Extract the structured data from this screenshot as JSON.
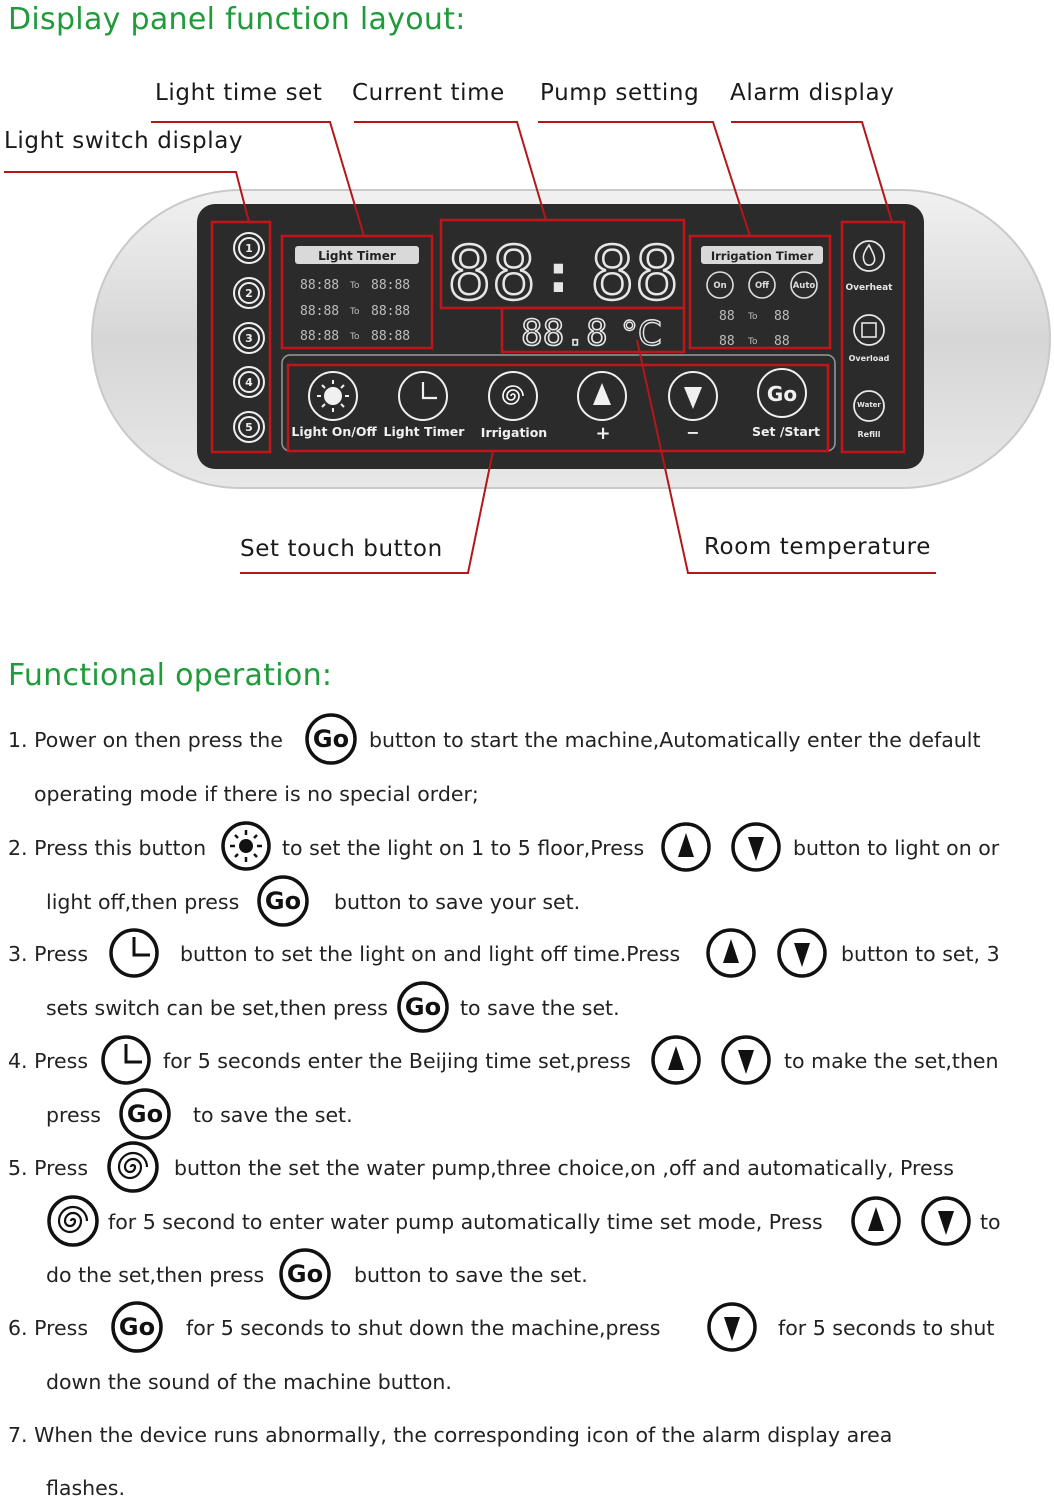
{
  "headings": {
    "layout": "Display panel function layout:",
    "operation": "Functional operation:"
  },
  "callouts": {
    "light_switch_display": "Light switch display",
    "light_time_set": "Light time set",
    "current_time": "Current time",
    "pump_setting": "Pump setting",
    "alarm_display": "Alarm display",
    "set_touch_button": "Set touch button",
    "room_temperature": "Room temperature"
  },
  "panel": {
    "light_numbers": [
      "1",
      "2",
      "3",
      "4",
      "5"
    ],
    "light_timer": {
      "label": "Light Timer",
      "rows": [
        {
          "from": "88:88",
          "to_label": "To",
          "to": "88:88"
        },
        {
          "from": "88:88",
          "to_label": "To",
          "to": "88:88"
        },
        {
          "from": "88:88",
          "to_label": "To",
          "to": "88:88"
        }
      ]
    },
    "clock": {
      "hours": "88",
      "minutes": "88",
      "separator": ":"
    },
    "temperature": {
      "value": "88.8",
      "unit": "°C"
    },
    "irrigation_timer": {
      "label": "Irrigation Timer",
      "buttons": [
        "On",
        "Off",
        "Auto"
      ],
      "rows": [
        {
          "from": "88",
          "to_label": "To",
          "to": "88"
        },
        {
          "from": "88",
          "to_label": "To",
          "to": "88"
        }
      ]
    },
    "alarms": {
      "overheat": "Overheat",
      "overload": "Overload",
      "water_line1": "Water",
      "refill": "Refill"
    },
    "buttons": {
      "light_on_off": "Light On/Off",
      "light_timer": "Light Timer",
      "irrigation": "Irrigation",
      "plus": "+",
      "minus": "−",
      "set_start": "Set /Start",
      "go": "Go"
    }
  },
  "icons": {
    "go": "Go",
    "sun": "sun-icon",
    "clock": "clock-icon",
    "spiral": "spiral-icon",
    "up": "up-arrow-icon",
    "down": "down-arrow-icon"
  },
  "colors": {
    "heading": "#1f9b3b",
    "callout_line": "#b5161a",
    "panel": "#2b2b2b",
    "panel_frame": "#e0e0e0"
  },
  "instructions": {
    "s1": {
      "a": "1. Power on then press the",
      "b": "button to start the machine,Automatically enter the default",
      "c": "operating mode if there is no special order;"
    },
    "s2": {
      "a": "2. Press this button",
      "b": "to set the light on 1 to 5 floor,Press",
      "c": "button to light on or",
      "d": "light off,then press",
      "e": "button to save your set."
    },
    "s3": {
      "a": "3. Press",
      "b": "button to set the light on and light off time.Press",
      "c": "button to set, 3",
      "d": "sets switch can be set,then press",
      "e": "to save the set."
    },
    "s4": {
      "a": "4. Press",
      "b": "for 5 seconds enter the Beijing time set,press",
      "c": "to make the set,then",
      "d": "press",
      "e": "to save the set."
    },
    "s5": {
      "a": "5. Press",
      "b": "button the set the water pump,three choice,on ,off and automatically, Press",
      "c": "for 5 second to enter water pump automatically time set mode, Press",
      "d": "to",
      "e": "do the set,then press",
      "f": "button to save the set."
    },
    "s6": {
      "a": "6. Press",
      "b": "for 5 seconds to shut down the machine,press",
      "c": "for 5 seconds to shut",
      "d": "down the sound of the machine button."
    },
    "s7": {
      "a": "7. When the device runs abnormally, the corresponding icon of the alarm display area",
      "b": "flashes."
    }
  }
}
